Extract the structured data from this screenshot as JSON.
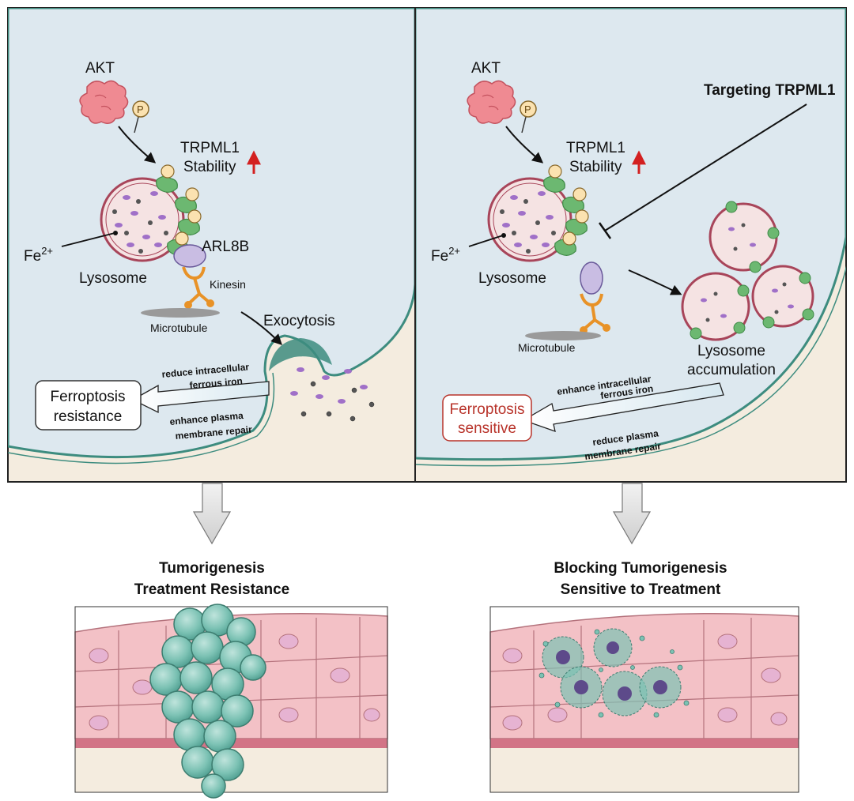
{
  "left_panel": {
    "akt": "AKT",
    "phospho": "P",
    "trpml1": "TRPML1",
    "stability": "Stability",
    "fe": "Fe",
    "fe_sup": "2+",
    "lysosome": "Lysosome",
    "arl8b": "ARL8B",
    "kinesin": "Kinesin",
    "microtubule": "Microtubule",
    "exocytosis": "Exocytosis",
    "arrow_top_1": "reduce intracellular",
    "arrow_top_2": "ferrous iron",
    "arrow_bottom_1": "enhance plasma",
    "arrow_bottom_2": "membrane repair",
    "outcome_1": "Ferroptosis",
    "outcome_2": "resistance"
  },
  "right_panel": {
    "akt": "AKT",
    "phospho": "P",
    "trpml1": "TRPML1",
    "stability": "Stability",
    "targeting": "Targeting TRPML1",
    "fe": "Fe",
    "fe_sup": "2+",
    "lysosome": "Lysosome",
    "microtubule": "Microtubule",
    "accumulation_1": "Lysosome",
    "accumulation_2": "accumulation",
    "arrow_top_1": "enhance intracellular",
    "arrow_top_2": "ferrous iron",
    "arrow_bottom_1": "reduce plasma",
    "arrow_bottom_2": "membrane repair",
    "outcome_1": "Ferroptosis",
    "outcome_2": "sensitive"
  },
  "bottom_left": {
    "title_1": "Tumorigenesis",
    "title_2": "Treatment Resistance"
  },
  "bottom_right": {
    "title_1": "Blocking Tumorigenesis",
    "title_2": "Sensitive to Treatment"
  },
  "colors": {
    "cytoplasm": "#dde8ef",
    "extracellular": "#f4ecdf",
    "membrane": "#3d8c7f",
    "lysosome_fill": "#f5e3e3",
    "lysosome_edge": "#a8455a",
    "akt": "#ef8a92",
    "trpml1": "#6cb871",
    "phospho_fill": "#fbe2b0",
    "arl8b": "#c9bde3",
    "kinesin": "#e89227",
    "microtubule": "#9a9a9a",
    "up_arrow": "#d32020",
    "sensitive_text": "#b8332a",
    "tissue": "#f3c1c6",
    "tumor": "#6fbcae"
  }
}
